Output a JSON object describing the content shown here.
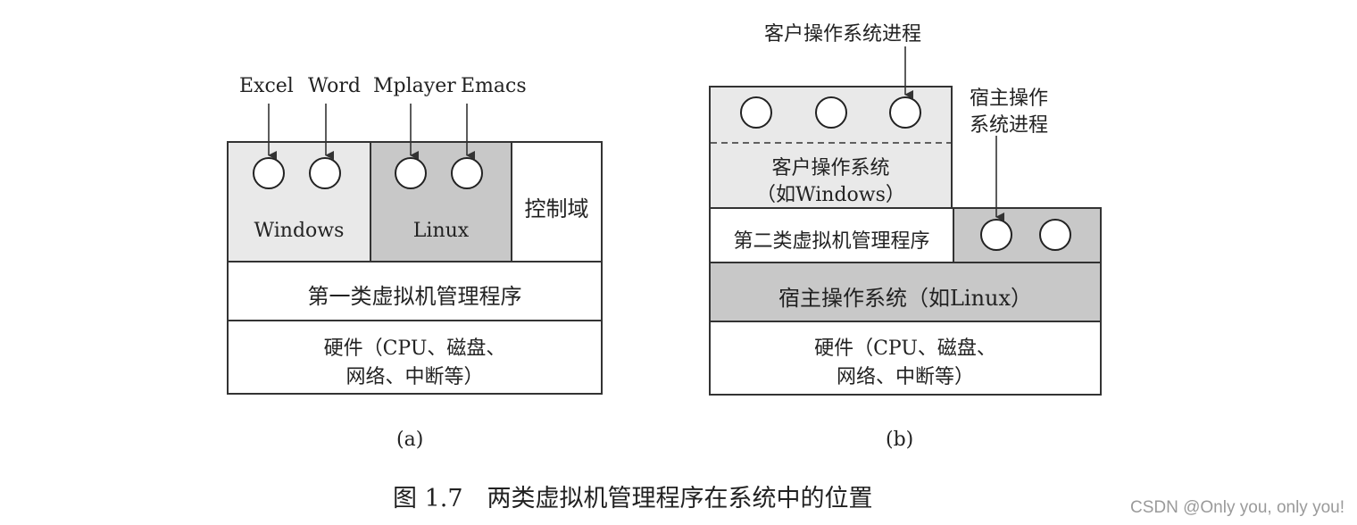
{
  "diagram_a": {
    "apps": [
      "Excel",
      "Word",
      "Mplayer",
      "Emacs"
    ],
    "windows_label": "Windows",
    "linux_label": "Linux",
    "control_domain": "控制域",
    "hypervisor": "第一类虚拟机管理程序",
    "hardware_line1": "硬件（CPU、磁盘、",
    "hardware_line2": "网络、中断等）",
    "caption": "(a)"
  },
  "diagram_b": {
    "guest_process": "客户操作系统进程",
    "host_process_line1": "宿主操作",
    "host_process_line2": "系统进程",
    "guest_os_line1": "客户操作系统",
    "guest_os_line2": "（如Windows）",
    "hypervisor": "第二类虚拟机管理程序",
    "host_os": "宿主操作系统（如Linux）",
    "hardware_line1": "硬件（CPU、磁盘、",
    "hardware_line2": "网络、中断等）",
    "caption": "(b)"
  },
  "figure_caption": "图 1.7　两类虚拟机管理程序在系统中的位置",
  "watermark": "CSDN @Only you, only you!",
  "colors": {
    "light_fill": "#e9e9e9",
    "dark_fill": "#c8c8c8",
    "stroke": "#333333"
  }
}
